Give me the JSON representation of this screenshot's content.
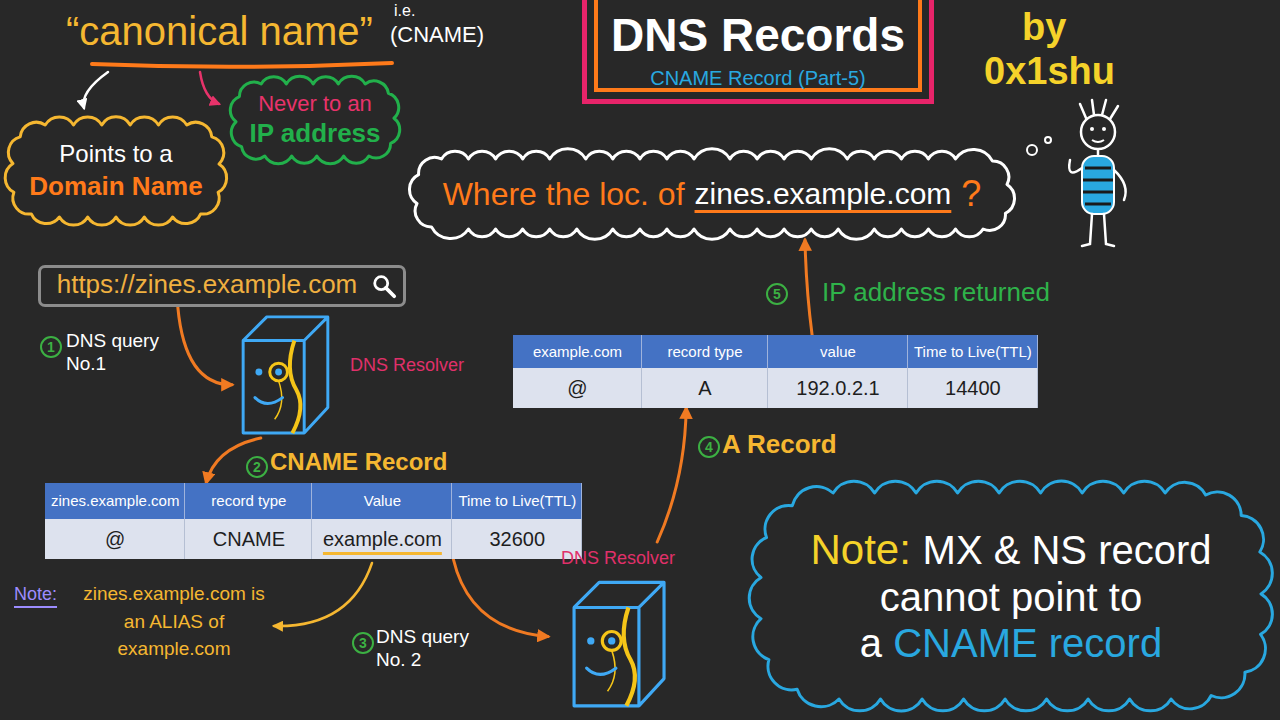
{
  "diagram": {
    "nodes": [
      {
        "text": [
          "DNS Records",
          "CNAME Record (Part-5)"
        ]
      },
      {
        "text": [
          "Points to a",
          "Domain Name"
        ]
      },
      {
        "text": [
          "Never to an",
          "IP address"
        ]
      },
      {
        "text": [
          "Where the loc. of",
          "zines.example.com",
          "?"
        ]
      },
      {
        "text": [
          "https://zines.example.com"
        ]
      },
      {
        "text": [
          "DNS Resolver"
        ]
      },
      {
        "text": [
          "zines.example.com",
          "record type",
          "Value",
          "Time to Live(TTL)",
          "@",
          "CNAME",
          "example.com",
          "32600"
        ]
      },
      {
        "text": [
          "DNS Resolver"
        ]
      },
      {
        "text": [
          "example.com",
          "record type",
          "value",
          "Time to Live(TTL)",
          "@",
          "A",
          "192.0.2.1",
          "14400"
        ]
      },
      {
        "text": [
          "Note:",
          "MX & NS record cannot point to a",
          "CNAME record"
        ]
      }
    ],
    "edges": [
      {
        "from": 4,
        "to": 5,
        "arrow": "to",
        "label": "DNS query No.1"
      },
      {
        "from": 5,
        "to": 6,
        "arrow": "to",
        "label": "CNAME Record"
      },
      {
        "from": 6,
        "to": 7,
        "arrow": "to",
        "label": "DNS query No. 2"
      },
      {
        "from": 7,
        "to": 8,
        "arrow": "to",
        "label": "A Record"
      },
      {
        "from": 8,
        "to": 3,
        "arrow": "to",
        "label": "IP address returned"
      }
    ],
    "labels": [
      "“canonical name”",
      "i.e.",
      "(CNAME)",
      "by",
      "0x1shu",
      "1",
      "2",
      "3",
      "4",
      "5",
      "Note:",
      "zines.example.com is an ALIAS of example.com"
    ]
  }
}
